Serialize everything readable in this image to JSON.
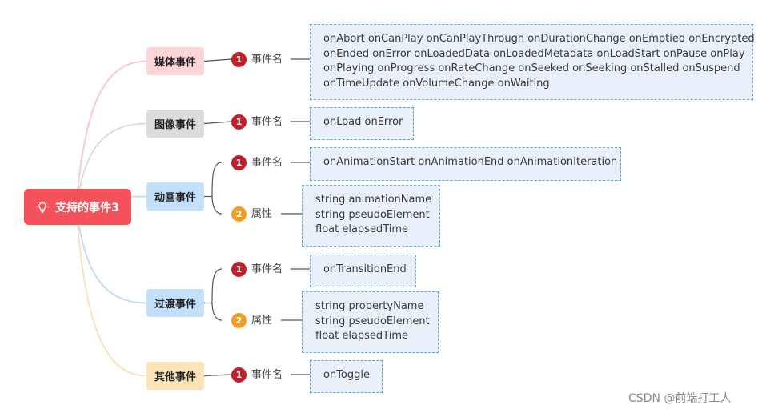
{
  "root": {
    "label": "支持的事件3",
    "icon": "lightbulb-icon",
    "color": "#f4525b"
  },
  "categories": [
    {
      "label": "媒体事件",
      "bg": "#fcd5d8",
      "branch_color": "#fcc3c8",
      "children": [
        {
          "badge": "1",
          "label": "事件名",
          "lines": [
            "onAbort onCanPlay onCanPlayThrough onDurationChange onEmptied onEncrypted",
            "onEnded onError onLoadedData onLoadedMetadata onLoadStart onPause onPlay",
            "onPlaying onProgress onRateChange onSeeked onSeeking onStalled onSuspend",
            "onTimeUpdate onVolumeChange onWaiting"
          ]
        }
      ]
    },
    {
      "label": "图像事件",
      "bg": "#dcdcdc",
      "branch_color": "#d9d9d9",
      "children": [
        {
          "badge": "1",
          "label": "事件名",
          "lines": [
            "onLoad onError"
          ]
        }
      ]
    },
    {
      "label": "动画事件",
      "bg": "#c3e0fb",
      "branch_color": "#bcd9f3",
      "children": [
        {
          "badge": "1",
          "label": "事件名",
          "lines": [
            "onAnimationStart onAnimationEnd onAnimationIteration"
          ]
        },
        {
          "badge": "2",
          "label": "属性",
          "lines": [
            "string animationName",
            "string pseudoElement",
            "float elapsedTime"
          ]
        }
      ]
    },
    {
      "label": "过渡事件",
      "bg": "#c3e0fb",
      "branch_color": "#bcd9f3",
      "children": [
        {
          "badge": "1",
          "label": "事件名",
          "lines": [
            "onTransitionEnd"
          ]
        },
        {
          "badge": "2",
          "label": "属性",
          "lines": [
            "string propertyName",
            "string pseudoElement",
            "float elapsedTime"
          ]
        }
      ]
    },
    {
      "label": "其他事件",
      "bg": "#fde3b8",
      "branch_color": "#fbe0b3",
      "children": [
        {
          "badge": "1",
          "label": "事件名",
          "lines": [
            "onToggle"
          ]
        }
      ]
    }
  ],
  "watermark": "CSDN @前端打工人",
  "colors": {
    "badge_1": "#c0202a",
    "badge_2": "#f29e22",
    "box_bg": "#e9f0f9",
    "box_border": "#5aa7dc"
  }
}
